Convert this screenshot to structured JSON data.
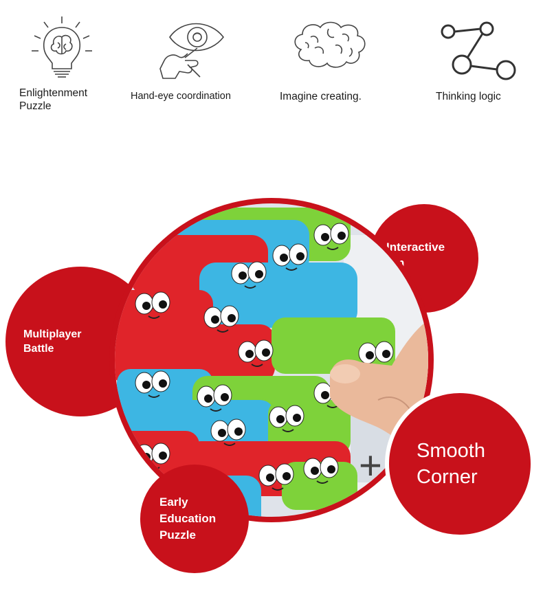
{
  "features": [
    {
      "label": "Enlightenment\nPuzzle",
      "icon": "lightbulb-brain-icon"
    },
    {
      "label": "Hand-eye coordination",
      "icon": "eye-hand-icon"
    },
    {
      "label": "Imagine creating.",
      "icon": "brain-icon"
    },
    {
      "label": "Thinking logic",
      "icon": "node-graph-icon"
    }
  ],
  "bubbles": {
    "interactive": "Interactive\nfun",
    "multiplayer": "Multiplayer\nBattle",
    "smooth": "Smooth\nCorner",
    "early": "Early\nEducation\nPuzzle"
  },
  "colors": {
    "accent_red": "#c8111b",
    "block_red": "#e0242a",
    "block_blue": "#3db6e3",
    "block_green": "#7ed23a"
  }
}
